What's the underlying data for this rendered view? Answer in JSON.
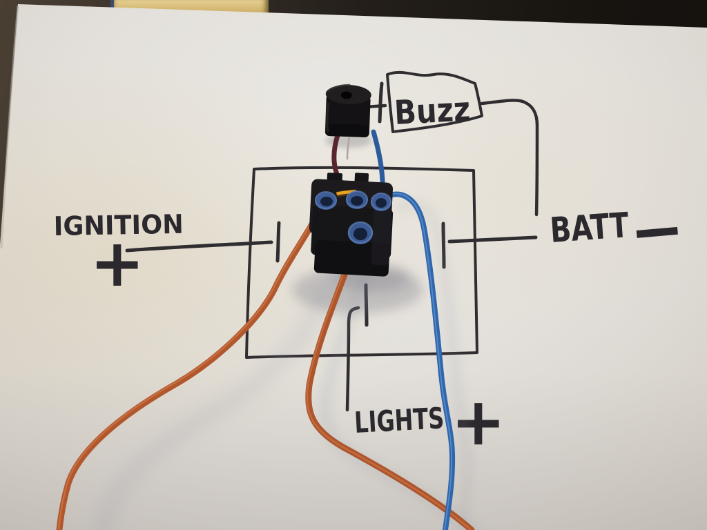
{
  "diagram": {
    "labels": {
      "ignition": "IGNITION",
      "ignition_sign": "+",
      "buzzer_box": "Buzz",
      "battery": "BATT",
      "battery_sign": "−",
      "lights": "LIGHTS",
      "lights_sign": "+"
    },
    "colors": {
      "ink": "#302d31",
      "paper": "#e3e0db",
      "table": "#241f1b",
      "wood_stick": "#d4b873",
      "wire_orange": "#b0572d",
      "wire_blue": "#2f66ac",
      "wire_maroon": "#5a262e",
      "connector_blue": "#3f5d96",
      "relay_body": "#18171a",
      "buzzer_body": "#141214",
      "relay_glint": "#e8a21f"
    }
  }
}
